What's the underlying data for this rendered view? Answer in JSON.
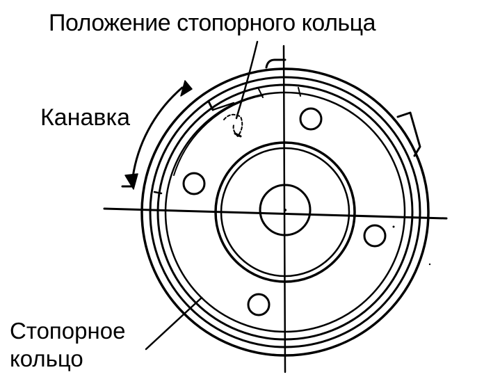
{
  "labels": {
    "top": "Положение стопорного кольца",
    "groove": "Канавка",
    "ring_line1": "Стопорное",
    "ring_line2": "кольцо"
  },
  "colors": {
    "ink": "#000000",
    "paper": "#ffffff"
  }
}
